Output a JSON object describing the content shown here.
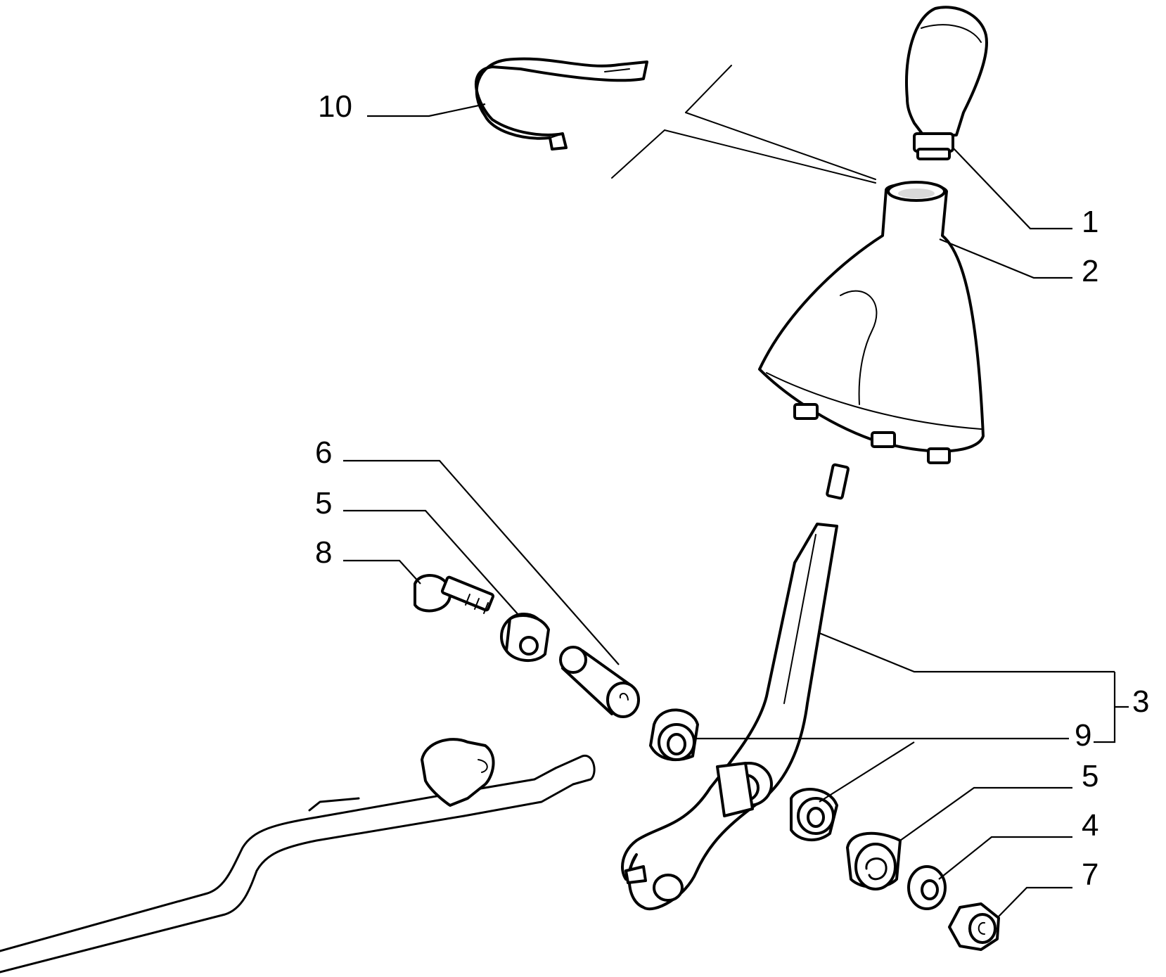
{
  "diagram": {
    "colors": {
      "line": "#000000",
      "background": "#ffffff"
    },
    "callouts": [
      {
        "id": "c10",
        "text": "10"
      },
      {
        "id": "c1",
        "text": "1"
      },
      {
        "id": "c2",
        "text": "2"
      },
      {
        "id": "c6",
        "text": "6"
      },
      {
        "id": "c5a",
        "text": "5"
      },
      {
        "id": "c8",
        "text": "8"
      },
      {
        "id": "c3",
        "text": "3"
      },
      {
        "id": "c9",
        "text": "9"
      },
      {
        "id": "c5b",
        "text": "5"
      },
      {
        "id": "c4",
        "text": "4"
      },
      {
        "id": "c7",
        "text": "7"
      }
    ]
  }
}
